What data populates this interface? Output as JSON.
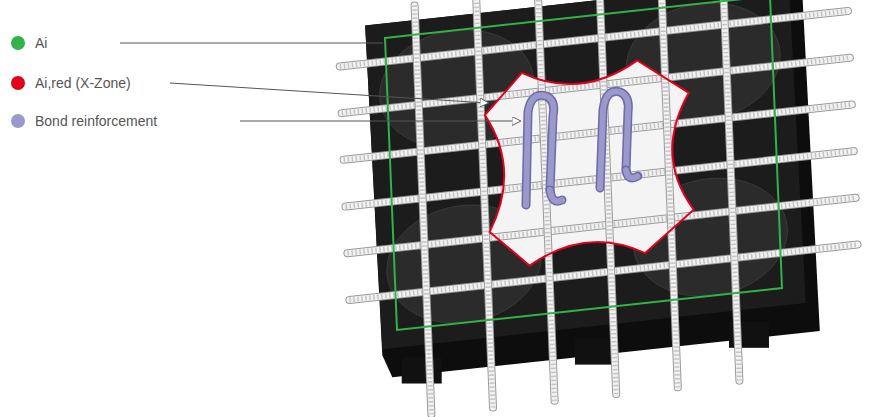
{
  "diagram": {
    "legend": [
      {
        "text": "Ai",
        "color": "#2fb34a"
      },
      {
        "text": "Ai,red (X-Zone)",
        "color": "#e3001b"
      },
      {
        "text": "Bond reinforcement",
        "color": "#9b98cc"
      }
    ]
  }
}
